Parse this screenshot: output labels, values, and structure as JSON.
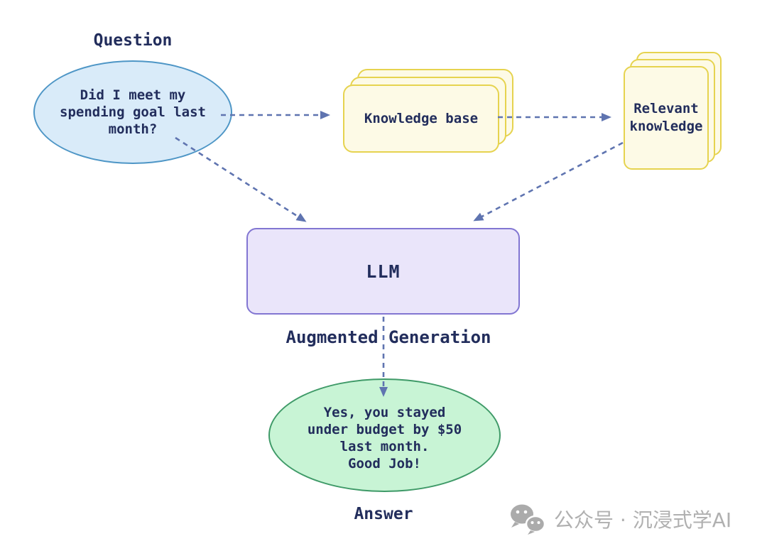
{
  "diagram": {
    "labels": {
      "question": "Question",
      "augmented_generation": "Augmented Generation",
      "answer": "Answer"
    },
    "nodes": {
      "question_bubble": {
        "lines": [
          "Did I meet my",
          "spending goal last",
          "month?"
        ]
      },
      "knowledge_base": {
        "label": "Knowledge base"
      },
      "relevant_knowledge": {
        "lines": [
          "Relevant",
          "knowledge"
        ]
      },
      "llm": {
        "label": "LLM"
      },
      "answer_bubble": {
        "lines": [
          "Yes, you stayed",
          "under budget by $50",
          "last month.",
          "Good Job!"
        ]
      }
    },
    "edges": [
      {
        "from": "question_bubble",
        "to": "knowledge_base",
        "style": "dashed-arrow"
      },
      {
        "from": "knowledge_base",
        "to": "relevant_knowledge",
        "style": "dashed-arrow"
      },
      {
        "from": "question_bubble",
        "to": "llm",
        "style": "dashed-arrow"
      },
      {
        "from": "relevant_knowledge",
        "to": "llm",
        "style": "dashed-arrow"
      },
      {
        "from": "llm",
        "to": "answer_bubble",
        "style": "dashed-arrow"
      }
    ],
    "colors": {
      "question_fill": "#d9ebf9",
      "question_border": "#4e96c6",
      "knowledge_fill": "#fdfae6",
      "knowledge_border": "#e6d34f",
      "llm_fill": "#eae5fa",
      "llm_border": "#8276d2",
      "answer_fill": "#c8f4d5",
      "answer_border": "#3f9a68",
      "arrow": "#5f74b0",
      "text": "#222d5c"
    }
  },
  "watermark": {
    "icon": "wechat-icon",
    "text": "公众号 · 沉浸式学AI",
    "color": "#b0b0b0"
  }
}
